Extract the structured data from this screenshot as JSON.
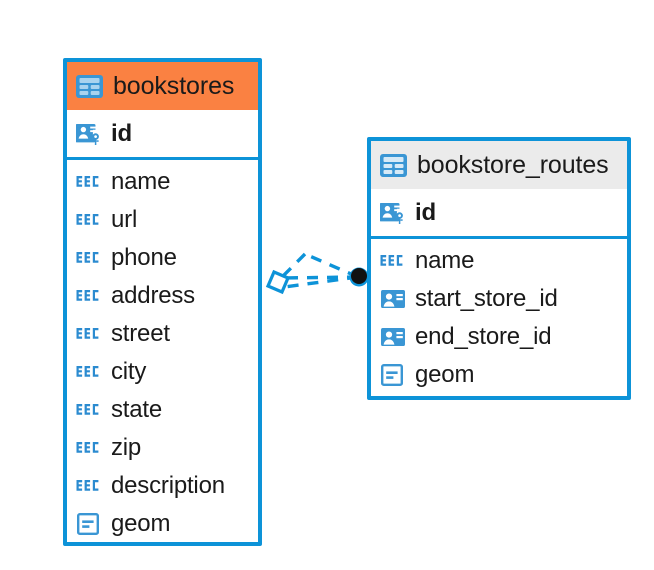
{
  "diagram": {
    "type": "entity-relationship-diagram",
    "colors": {
      "border_blue": "#0d93d8",
      "icon_blue": "#3a96d4",
      "header_orange": "#fa8142",
      "header_gray": "#ebebeb",
      "text": "#1a1a1a",
      "connector": "#0d93d8",
      "connector_endpoint_fill": "#111111"
    },
    "entities": [
      {
        "name": "bookstores",
        "header_icon": "table-icon",
        "header_accent": "orange",
        "keys": [
          {
            "label": "id",
            "icon": "primary-key-icon",
            "type": "primary-key",
            "bold": true
          }
        ],
        "fields": [
          {
            "label": "name",
            "icon": "text-abc-icon",
            "type": "text"
          },
          {
            "label": "url",
            "icon": "text-abc-icon",
            "type": "text"
          },
          {
            "label": "phone",
            "icon": "text-abc-icon",
            "type": "text"
          },
          {
            "label": "address",
            "icon": "text-abc-icon",
            "type": "text"
          },
          {
            "label": "street",
            "icon": "text-abc-icon",
            "type": "text"
          },
          {
            "label": "city",
            "icon": "text-abc-icon",
            "type": "text"
          },
          {
            "label": "state",
            "icon": "text-abc-icon",
            "type": "text"
          },
          {
            "label": "zip",
            "icon": "text-abc-icon",
            "type": "text"
          },
          {
            "label": "description",
            "icon": "text-abc-icon",
            "type": "text"
          },
          {
            "label": "geom",
            "icon": "geometry-icon",
            "type": "geometry"
          }
        ]
      },
      {
        "name": "bookstore_routes",
        "header_icon": "table-icon",
        "header_accent": "gray",
        "keys": [
          {
            "label": "id",
            "icon": "primary-key-icon",
            "type": "primary-key",
            "bold": true
          }
        ],
        "fields": [
          {
            "label": "name",
            "icon": "text-abc-icon",
            "type": "text"
          },
          {
            "label": "start_store_id",
            "icon": "foreign-key-icon",
            "type": "foreign-key"
          },
          {
            "label": "end_store_id",
            "icon": "foreign-key-icon",
            "type": "foreign-key"
          },
          {
            "label": "geom",
            "icon": "geometry-icon",
            "type": "geometry"
          }
        ]
      }
    ],
    "relationship": {
      "from": "bookstores",
      "to": "bookstore_routes",
      "line_style": "dashed",
      "source_marker": "open-diamond",
      "target_marker": "filled-circle",
      "cardinality": "one-to-many"
    }
  }
}
